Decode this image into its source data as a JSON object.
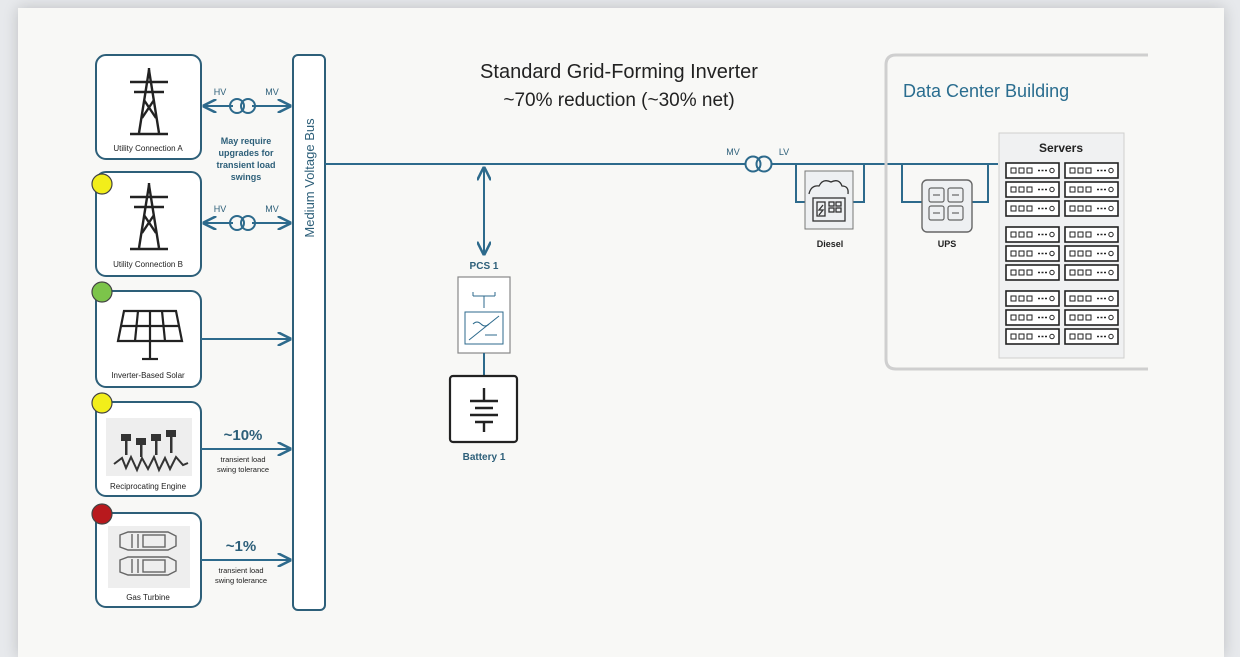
{
  "title": "Standard Grid-Forming Inverter",
  "subtitle": "~70% reduction (~30% net)",
  "bus_label": "Medium Voltage Bus",
  "sources": [
    {
      "name": "Utility Connection A",
      "icon": "transmission-tower-icon",
      "status_color": null,
      "left_tag": "HV",
      "right_tag": "MV"
    },
    {
      "name": "Utility Connection B",
      "icon": "transmission-tower-icon",
      "status_color": "#f2ee1a",
      "left_tag": "HV",
      "right_tag": "MV"
    },
    {
      "name": "Inverter-Based Solar",
      "icon": "solar-panel-icon",
      "status_color": "#7cc44a"
    },
    {
      "name": "Reciprocating Engine",
      "icon": "engine-pistons-icon",
      "status_color": "#f2ee1a",
      "tolerance_pct": "~10%",
      "tolerance_note": "transient load swing tolerance"
    },
    {
      "name": "Gas Turbine",
      "icon": "turbine-icon",
      "status_color": "#b8191d",
      "tolerance_pct": "~1%",
      "tolerance_note": "transient load swing tolerance"
    }
  ],
  "utility_note": "May require upgrades for transient load swings",
  "pcs_label": "PCS 1",
  "battery_label": "Battery 1",
  "transformer_left": "MV",
  "transformer_right": "LV",
  "diesel_label": "Diesel",
  "ups_label": "UPS",
  "building_title": "Data Center Building",
  "servers_label": "Servers",
  "colors": {
    "line": "#2d6a8c",
    "border": "#2d5f79",
    "title_blue": "#2a6d8f"
  }
}
